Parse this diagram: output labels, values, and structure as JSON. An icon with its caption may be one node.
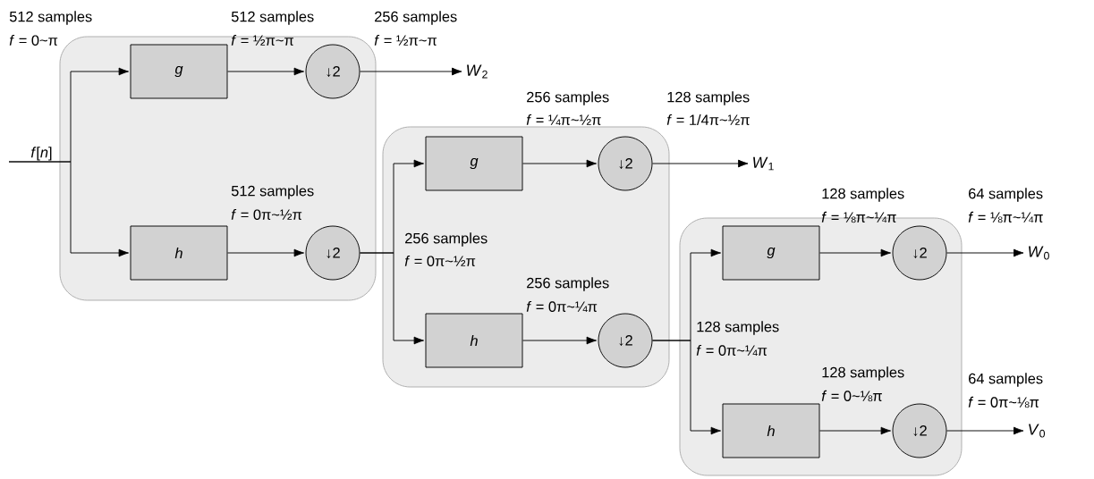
{
  "diagram": {
    "nodes": [
      {
        "text": [
          "*f*[*n*]"
        ]
      },
      {
        "text": [],
        "shape": "box"
      },
      {
        "text": [
          "g"
        ],
        "in": 1
      },
      {
        "text": [
          "↓2"
        ],
        "in": 1
      },
      {
        "text": [
          "h"
        ],
        "in": 1
      },
      {
        "text": [
          "↓2"
        ],
        "in": 1
      },
      {
        "text": [],
        "shape": "box"
      },
      {
        "text": [
          "g"
        ],
        "in": 6
      },
      {
        "text": [
          "↓2"
        ],
        "in": 6
      },
      {
        "text": [
          "h"
        ],
        "in": 6
      },
      {
        "text": [
          "↓2"
        ],
        "in": 6
      },
      {
        "text": [],
        "shape": "box"
      },
      {
        "text": [
          "g"
        ],
        "in": 11
      },
      {
        "text": [
          "↓2"
        ],
        "in": 11
      },
      {
        "text": [
          "h"
        ],
        "in": 11
      },
      {
        "text": [
          "↓2"
        ],
        "in": 11
      },
      {
        "text": [
          "*W*$_{2}$"
        ]
      },
      {
        "text": [
          "*W*$_{1}$"
        ]
      },
      {
        "text": [
          "*W*$_{0}$"
        ]
      },
      {
        "text": [
          "*V*$_{0}$"
        ]
      }
    ],
    "edges": [
      {
        "from": 0,
        "to": 2,
        "arrow": "to"
      },
      {
        "from": 0,
        "to": 4,
        "arrow": "to"
      },
      {
        "from": 2,
        "to": 3,
        "arrow": "to"
      },
      {
        "from": 4,
        "to": 5,
        "arrow": "to"
      },
      {
        "from": 3,
        "to": 16,
        "arrow": "to"
      },
      {
        "from": 5,
        "to": 7,
        "arrow": "to"
      },
      {
        "from": 5,
        "to": 9,
        "arrow": "to"
      },
      {
        "from": 7,
        "to": 8,
        "arrow": "to"
      },
      {
        "from": 9,
        "to": 10,
        "arrow": "to"
      },
      {
        "from": 8,
        "to": 17,
        "arrow": "to"
      },
      {
        "from": 10,
        "to": 12,
        "arrow": "to"
      },
      {
        "from": 10,
        "to": 14,
        "arrow": "to"
      },
      {
        "from": 12,
        "to": 13,
        "arrow": "to"
      },
      {
        "from": 14,
        "to": 15,
        "arrow": "to"
      },
      {
        "from": 13,
        "to": 18,
        "arrow": "to"
      },
      {
        "from": 15,
        "to": 19,
        "arrow": "to"
      }
    ],
    "labels": [
      "512 samples",
      "512 samples",
      "256 samples",
      "*f* = 0~π",
      "*f* = ½π~π",
      "*f* = ½π~π",
      "256 samples",
      "128 samples",
      "*f* = ¼π~½π",
      "*f* = 1/4π~½π",
      "512 samples",
      "128 samples",
      "64 samples",
      "*f* = 0π~½π",
      "*f* = ⅛π~¼π",
      "*f* = ⅛π~¼π",
      "256 samples",
      "*f* = 0π~½π",
      "256 samples",
      "*f* = 0π~¼π",
      "128 samples",
      "*f* = 0π~¼π",
      "128 samples",
      "*f* = 0~⅛π",
      "64 samples",
      "*f* = 0π~⅛π"
    ]
  }
}
